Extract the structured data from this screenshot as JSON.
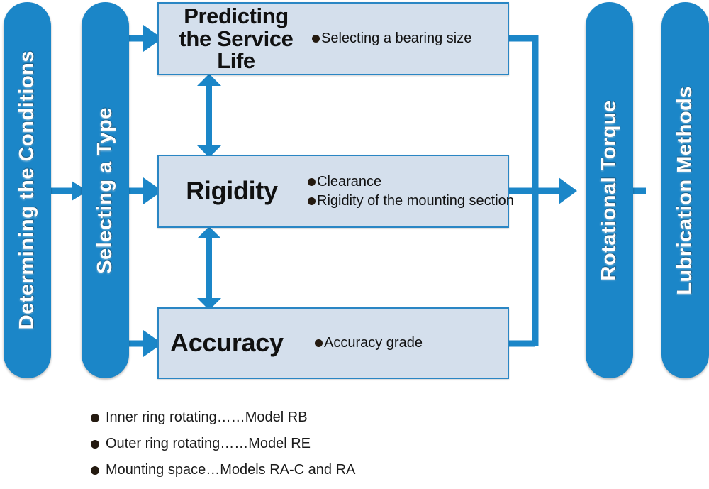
{
  "diagram": {
    "title": "Bearing Selection Process Flowchart",
    "colors": {
      "pill_blue": "#1b86c8",
      "box_fill": "#d4dfec",
      "box_border": "#2a86c4",
      "arrow_blue": "#1b86c8",
      "text_dark": "#111111",
      "bullet_dark": "#241a10"
    }
  },
  "stages": {
    "left": [
      {
        "id": "determining-the-conditions",
        "label": "Determining the Conditions"
      },
      {
        "id": "selecting-a-type",
        "label": "Selecting a Type"
      }
    ],
    "right": [
      {
        "id": "rotational-torque",
        "label": "Rotational Torque"
      },
      {
        "id": "lubrication-methods",
        "label": "Lubrication Methods"
      }
    ]
  },
  "boxes": [
    {
      "id": "predicting-the-service-life",
      "title": "Predicting\nthe Service Life",
      "title_lines": [
        "Predicting",
        "the Service Life"
      ],
      "bullets": [
        "Selecting a bearing size"
      ]
    },
    {
      "id": "rigidity",
      "title": "Rigidity",
      "title_lines": [
        "Rigidity"
      ],
      "bullets": [
        "Clearance",
        "Rigidity of the mounting section"
      ]
    },
    {
      "id": "accuracy",
      "title": "Accuracy",
      "title_lines": [
        "Accuracy"
      ],
      "bullets": [
        "Accuracy grade"
      ]
    }
  ],
  "legend": {
    "items": [
      "Inner ring rotating……Model RB",
      "Outer ring rotating……Model RE",
      "Mounting space…Models RA-C and RA"
    ]
  },
  "connectors": {
    "bidirectional_note": "double-headed vertical arrows link the three criteria boxes",
    "merge_note": "the three criteria boxes merge into a single bus leading to Rotational Torque"
  }
}
